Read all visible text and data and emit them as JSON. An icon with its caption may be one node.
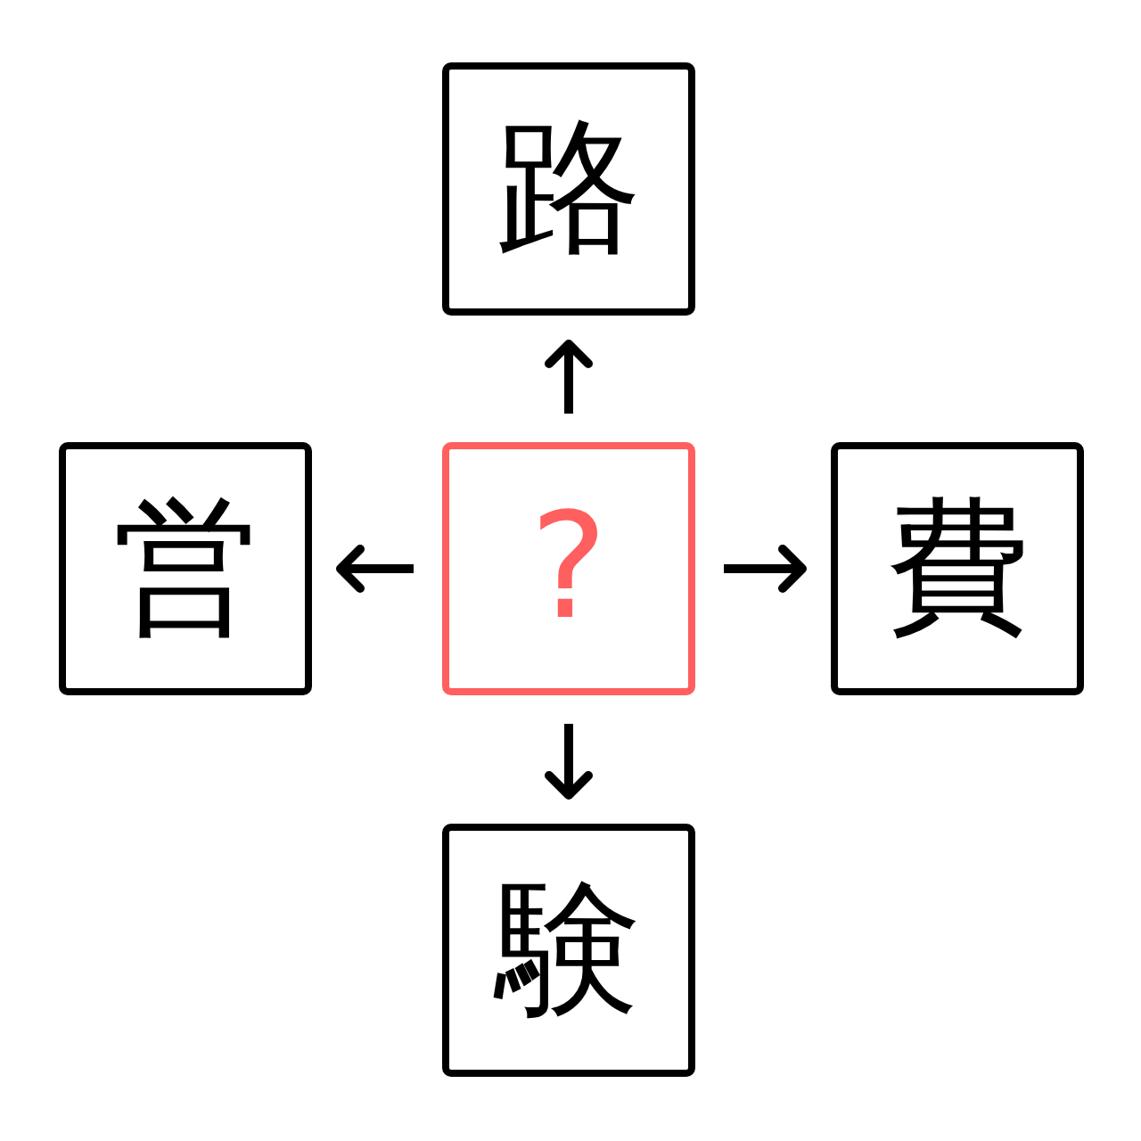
{
  "diagram": {
    "nodes": [
      {
        "text": [
          "路"
        ]
      },
      {
        "text": [
          "営"
        ]
      },
      {
        "text": [
          "?"
        ]
      },
      {
        "text": [
          "費"
        ]
      },
      {
        "text": [
          "験"
        ]
      }
    ],
    "edges": [
      {
        "from": 2,
        "to": 0,
        "arrow": "to"
      },
      {
        "from": 2,
        "to": 1,
        "arrow": "to"
      },
      {
        "from": 2,
        "to": 3,
        "arrow": "to"
      },
      {
        "from": 2,
        "to": 4,
        "arrow": "to"
      }
    ]
  }
}
